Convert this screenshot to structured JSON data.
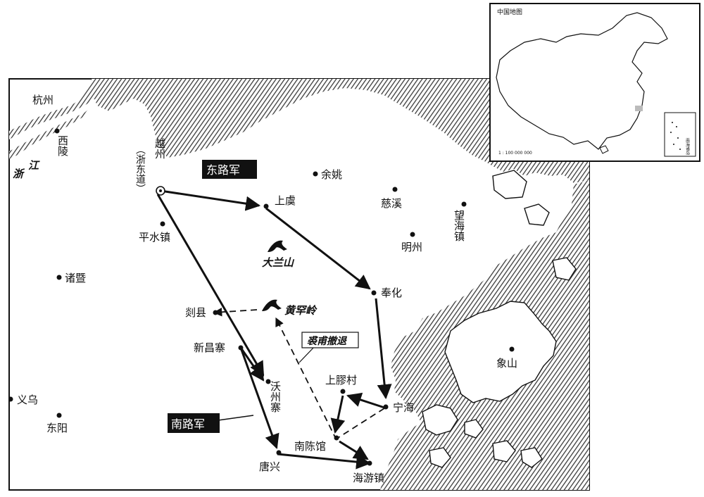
{
  "inset": {
    "title": "中国地图",
    "scale": "1 : 100 000 000",
    "south_sea_label": "南海诸岛"
  },
  "places": {
    "hangzhou": "杭州",
    "xiling": "西陵",
    "zhe": "浙",
    "jiang": "江",
    "yuezhou": "越州",
    "zhedongdao": "浙东道",
    "yuyao": "余姚",
    "shangyu": "上虞",
    "cixi": "慈溪",
    "wanghaizhen": "望海镇",
    "mingzhou": "明州",
    "pingshuizhen": "平水镇",
    "dalanshan": "大兰山",
    "zhuji": "诸暨",
    "fenghua": "奉化",
    "shanxian": "剡县",
    "huangjianling": "黄罕岭",
    "xinchangzhai": "新昌寨",
    "qiufu_retreat": "裘甫撤退",
    "xiangshan": "象山",
    "shangliaocun": "上膠村",
    "wozhouzhai": "沃州寨",
    "yiwu": "义乌",
    "ninghai": "宁海",
    "dongyang": "东阳",
    "nanchenguan": "南陈馆",
    "tangxing": "唐兴",
    "haiyouzhen": "海游镇"
  },
  "routes": {
    "east": "东路军",
    "south": "南路军"
  },
  "colors": {
    "ink": "#111111",
    "sea_hatch": "#3a3a3a",
    "paper": "#ffffff"
  }
}
